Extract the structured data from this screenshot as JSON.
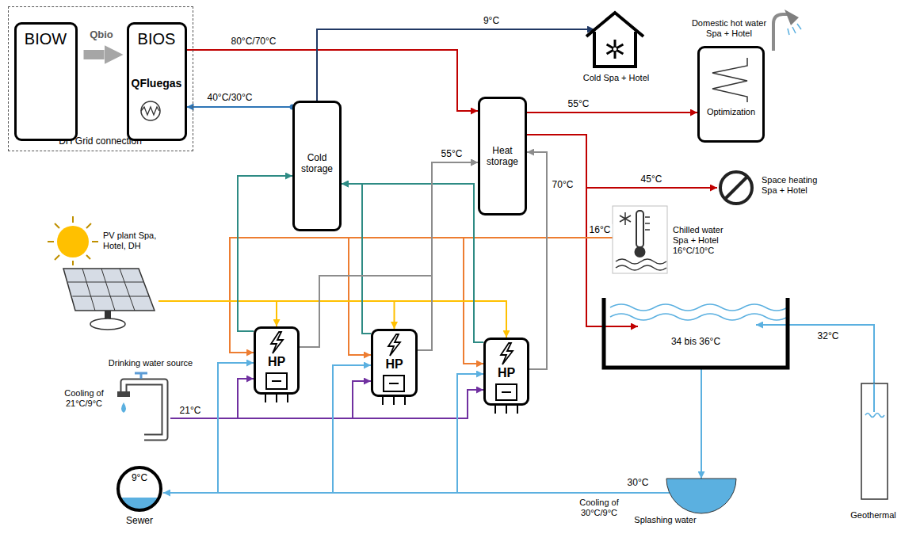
{
  "diagram": {
    "nodes": [
      {
        "text": [
          "DH Grid connection"
        ]
      },
      {
        "text": [
          "BIOW"
        ],
        "in": 0
      },
      {
        "text": [
          "BIOS",
          "QFluegas"
        ],
        "in": 0
      },
      {
        "text": [
          "Cold storage"
        ]
      },
      {
        "text": [
          "Heat storage"
        ]
      },
      {
        "text": [
          "Cold Spa + Hotel"
        ]
      },
      {
        "text": [
          "Domestic hot water Spa + Hotel",
          "Optimization"
        ]
      },
      {
        "text": [
          "Space heating Spa + Hotel"
        ]
      },
      {
        "text": [
          "Chilled water Spa + Hotel 16°C/10°C"
        ]
      },
      {
        "text": [
          "PV plant Spa, Hotel, DH"
        ]
      },
      {
        "text": [
          "Drinking water source"
        ]
      },
      {
        "text": [
          "HP"
        ]
      },
      {
        "text": [
          "HP"
        ]
      },
      {
        "text": [
          "HP"
        ]
      },
      {
        "text": [
          "34 bis 36°C"
        ]
      },
      {
        "text": [
          "9°C",
          "Sewer"
        ]
      },
      {
        "text": [
          "Splashing water"
        ]
      },
      {
        "text": [
          "Geothermal"
        ]
      }
    ],
    "edges": [
      {
        "from": 1,
        "to": 2,
        "label": "Qbio",
        "arrow": "to"
      },
      {
        "from": 2,
        "to": 4,
        "label": "80°C/70°C",
        "arrow": "to"
      },
      {
        "from": 3,
        "to": 2,
        "label": "40°C/30°C",
        "arrow": "to"
      },
      {
        "from": 3,
        "to": 5,
        "label": "9°C",
        "arrow": "to"
      },
      {
        "from": 4,
        "to": 6,
        "label": "55°C",
        "arrow": "to"
      },
      {
        "from": 4,
        "to": 7,
        "label": "45°C",
        "arrow": "to"
      },
      {
        "from": 4,
        "to": 14,
        "arrow": "to"
      },
      {
        "from": 8,
        "to": 11,
        "label": "16°C",
        "arrow": "to"
      },
      {
        "from": 8,
        "to": 12,
        "arrow": "to"
      },
      {
        "from": 8,
        "to": 13,
        "arrow": "to"
      },
      {
        "from": 9,
        "to": 11,
        "arrow": "to"
      },
      {
        "from": 9,
        "to": 12,
        "arrow": "to"
      },
      {
        "from": 9,
        "to": 13,
        "arrow": "to"
      },
      {
        "from": 10,
        "to": 11,
        "label": "21°C",
        "arrow": "to"
      },
      {
        "from": 10,
        "to": 12,
        "arrow": "to"
      },
      {
        "from": 10,
        "to": 13,
        "arrow": "to"
      },
      {
        "from": 11,
        "to": 3,
        "arrow": "to"
      },
      {
        "from": 12,
        "to": 3,
        "arrow": "to"
      },
      {
        "from": 13,
        "to": 3,
        "arrow": "to"
      },
      {
        "from": 11,
        "to": 4,
        "label": "55°C",
        "arrow": "to"
      },
      {
        "from": 12,
        "to": 4,
        "arrow": "to"
      },
      {
        "from": 13,
        "to": 4,
        "label": "70°C",
        "arrow": "to"
      },
      {
        "from": 16,
        "to": 15,
        "label": "30°C",
        "arrow": "to"
      },
      {
        "from": 16,
        "to": 11,
        "arrow": "to"
      },
      {
        "from": 16,
        "to": 12,
        "arrow": "to"
      },
      {
        "from": 16,
        "to": 13,
        "arrow": "to"
      },
      {
        "from": 14,
        "to": 16,
        "arrow": "to"
      },
      {
        "from": 17,
        "to": 14,
        "label": "32°C",
        "arrow": "to"
      }
    ],
    "labels": [
      "Cooling of 21°C/9°C",
      "Cooling of 30°C/9°C"
    ]
  }
}
